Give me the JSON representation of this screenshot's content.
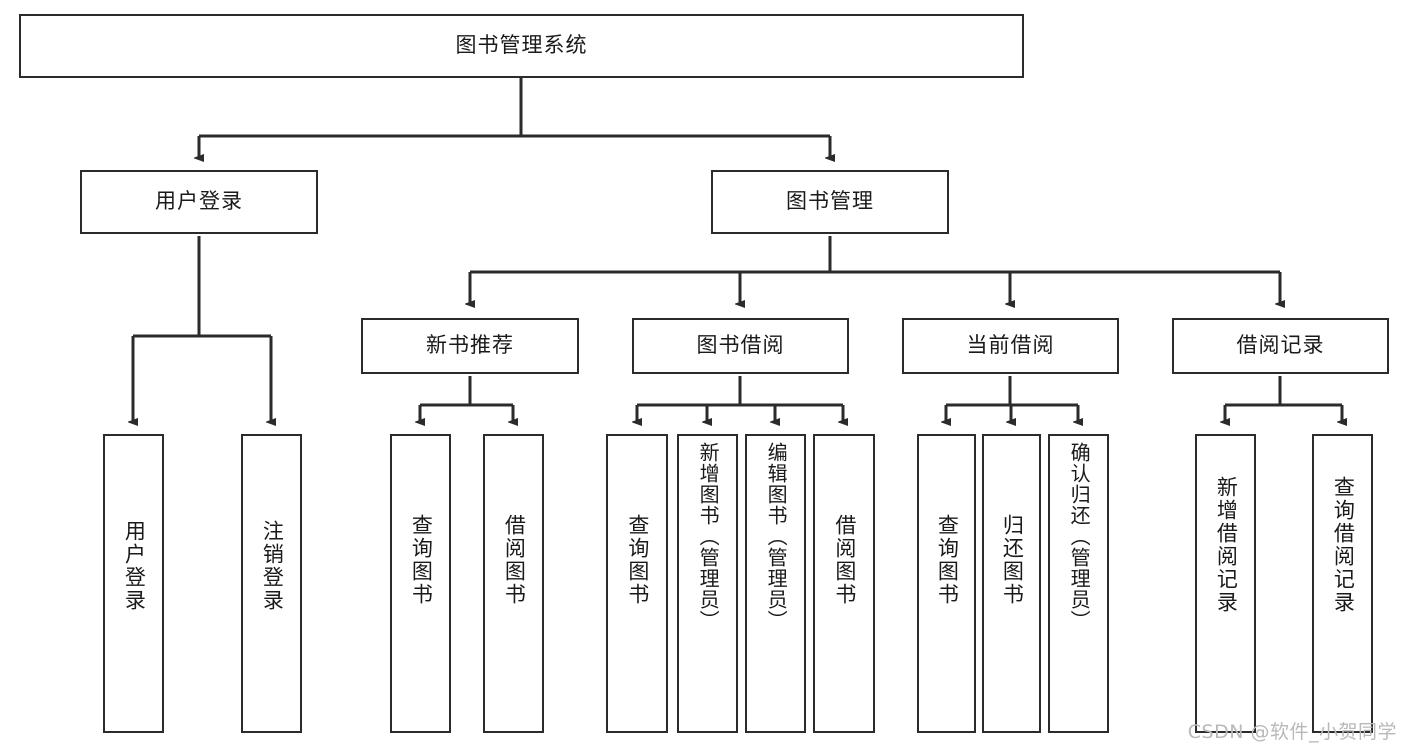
{
  "diagram": {
    "title": "图书管理系统",
    "type": "functional-structure-tree",
    "watermark": "CSDN @软件_小贺同学",
    "colors": {
      "box_border": "#2b2b2b",
      "box_fill": "#ffffff",
      "edge": "#2b2b2b",
      "text": "#1a1a1a",
      "watermark": "#b9b9b9"
    }
  },
  "nodes": {
    "root": {
      "label": "图书管理系统"
    },
    "level2": [
      {
        "label": "用户登录"
      },
      {
        "label": "图书管理"
      }
    ],
    "level3": [
      {
        "label": "新书推荐"
      },
      {
        "label": "图书借阅"
      },
      {
        "label": "当前借阅"
      },
      {
        "label": "借阅记录"
      }
    ],
    "leaves": {
      "user_login": [
        {
          "label": "用户登录"
        },
        {
          "label": "注销登录"
        }
      ],
      "new_book": [
        {
          "label": "查询图书"
        },
        {
          "label": "借阅图书"
        }
      ],
      "book_borrow": [
        {
          "label": "查询图书"
        },
        {
          "label": "新增图书（管理员）"
        },
        {
          "label": "编辑图书（管理员）"
        },
        {
          "label": "借阅图书"
        }
      ],
      "current_borrow": [
        {
          "label": "查询图书"
        },
        {
          "label": "归还图书"
        },
        {
          "label": "确认归还（管理员）"
        }
      ],
      "borrow_record": [
        {
          "label": "新增借阅记录"
        },
        {
          "label": "查询借阅记录"
        }
      ]
    }
  }
}
